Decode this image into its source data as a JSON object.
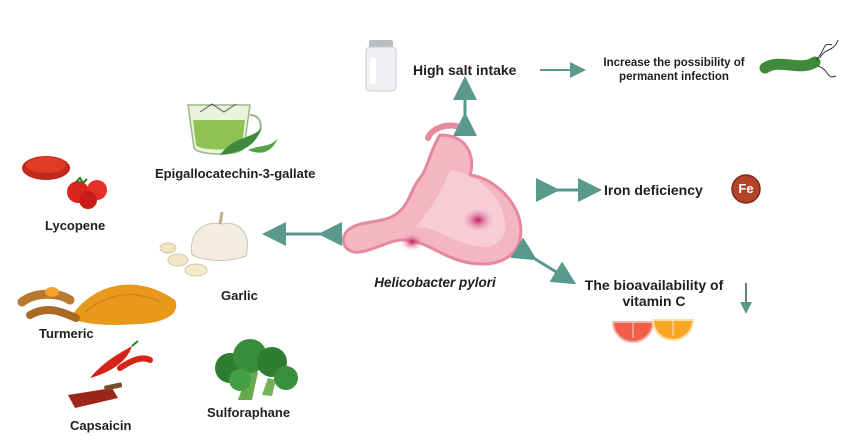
{
  "center": {
    "label": "Helicobacter pylori"
  },
  "risk_factors": {
    "salt": "High salt intake",
    "infection_line1": "Increase the possibility of",
    "infection_line2": "permanent infection",
    "iron": "Iron deficiency",
    "iron_symbol": "Fe",
    "vitc_line1": "The bioavailability of",
    "vitc_line2": "vitamin C"
  },
  "compounds": {
    "egcg": "Epigallocatechin-3-gallate",
    "lycopene": "Lycopene",
    "garlic": "Garlic",
    "turmeric": "Turmeric",
    "capsaicin": "Capsaicin",
    "sulforaphane": "Sulforaphane"
  },
  "colors": {
    "arrow": "#5a9a8c",
    "stomach": "#f4b6c2",
    "stomach_outline": "#e5899d",
    "iron_badge": "#b5432a",
    "infection_bacterium": "#3f8b3a"
  }
}
